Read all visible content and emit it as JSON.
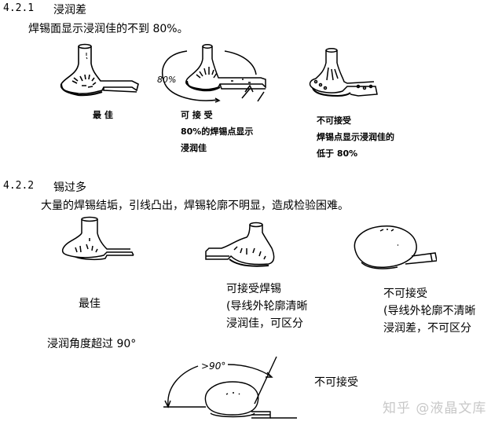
{
  "section_421": {
    "number": "4.2.1",
    "title": "浸润差",
    "description": "焊锡面显示浸润佳的不到 80%。",
    "figures": [
      {
        "caption_lines": [
          "最  佳"
        ]
      },
      {
        "label": "80%",
        "caption_lines": [
          "可 接 受",
          "80%的焊锡点显示",
          "浸润佳"
        ]
      },
      {
        "caption_lines": [
          "不可接受",
          "焊锡点显示浸润佳的",
          "低于 80%"
        ]
      }
    ]
  },
  "section_422": {
    "number": "4.2.2",
    "title": "锡过多",
    "description": "大量的焊锡结垢，引线凸出，焊锡轮廓不明显，造成检验困难。",
    "figures": [
      {
        "caption_lines": [
          "最佳"
        ]
      },
      {
        "caption_lines": [
          "可接受焊锡",
          "(导线外轮廓清晰",
          "浸润佳，可区分"
        ]
      },
      {
        "caption_lines": [
          "不可接受",
          "(导线外轮廓不清晰",
          "浸润差，不可区分"
        ]
      }
    ]
  },
  "wetting_angle": {
    "heading": "浸润角度超过 90°",
    "angle_label": ">90°",
    "verdict": "不可接受"
  },
  "watermark": "知乎 @液晶文库"
}
